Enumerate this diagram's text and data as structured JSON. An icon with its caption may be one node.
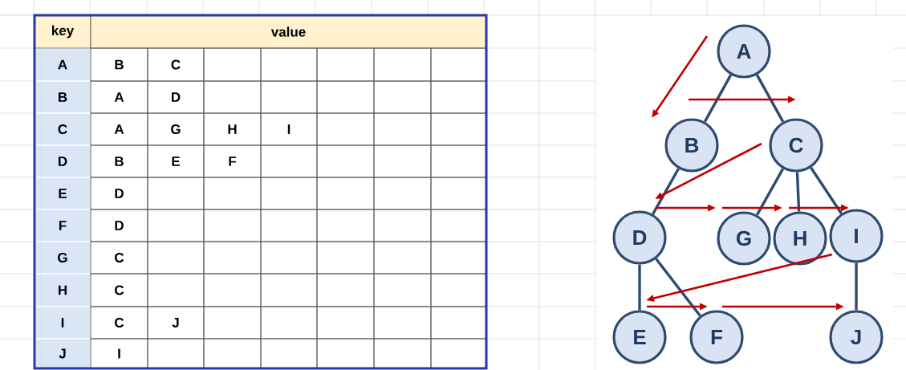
{
  "diagram": {
    "nodes": [
      {
        "text": [
          "A"
        ]
      },
      {
        "text": [
          "B"
        ]
      },
      {
        "text": [
          "C"
        ]
      },
      {
        "text": [
          "D"
        ]
      },
      {
        "text": [
          "G"
        ]
      },
      {
        "text": [
          "H"
        ]
      },
      {
        "text": [
          "I"
        ]
      },
      {
        "text": [
          "E"
        ]
      },
      {
        "text": [
          "F"
        ]
      },
      {
        "text": [
          "J"
        ]
      }
    ],
    "edges": [
      {
        "from": 0,
        "to": 1,
        "arrow": "none"
      },
      {
        "from": 0,
        "to": 2,
        "arrow": "none"
      },
      {
        "from": 1,
        "to": 3,
        "arrow": "none"
      },
      {
        "from": 2,
        "to": 4,
        "arrow": "none"
      },
      {
        "from": 2,
        "to": 5,
        "arrow": "none"
      },
      {
        "from": 2,
        "to": 6,
        "arrow": "none"
      },
      {
        "from": 3,
        "to": 7,
        "arrow": "none"
      },
      {
        "from": 3,
        "to": 8,
        "arrow": "none"
      },
      {
        "from": 6,
        "to": 9,
        "arrow": "none"
      },
      {
        "from": 0,
        "to": 1,
        "arrow": "to",
        "color": "#c00000"
      },
      {
        "from": 1,
        "to": 2,
        "arrow": "to",
        "color": "#c00000"
      },
      {
        "from": 2,
        "to": 3,
        "arrow": "to",
        "color": "#c00000"
      },
      {
        "from": 3,
        "to": 4,
        "arrow": "to",
        "color": "#c00000"
      },
      {
        "from": 4,
        "to": 5,
        "arrow": "to",
        "color": "#c00000"
      },
      {
        "from": 5,
        "to": 6,
        "arrow": "to",
        "color": "#c00000"
      },
      {
        "from": 6,
        "to": 7,
        "arrow": "to",
        "color": "#c00000"
      },
      {
        "from": 7,
        "to": 8,
        "arrow": "to",
        "color": "#c00000"
      },
      {
        "from": 8,
        "to": 9,
        "arrow": "to",
        "color": "#c00000"
      }
    ],
    "labels": [
      "key",
      "value",
      "A",
      "B",
      "C",
      "B",
      "A",
      "D",
      "C",
      "A",
      "G",
      "H",
      "I",
      "D",
      "B",
      "E",
      "F",
      "E",
      "D",
      "F",
      "D",
      "G",
      "C",
      "H",
      "C",
      "I",
      "C",
      "J",
      "J",
      "I"
    ]
  }
}
